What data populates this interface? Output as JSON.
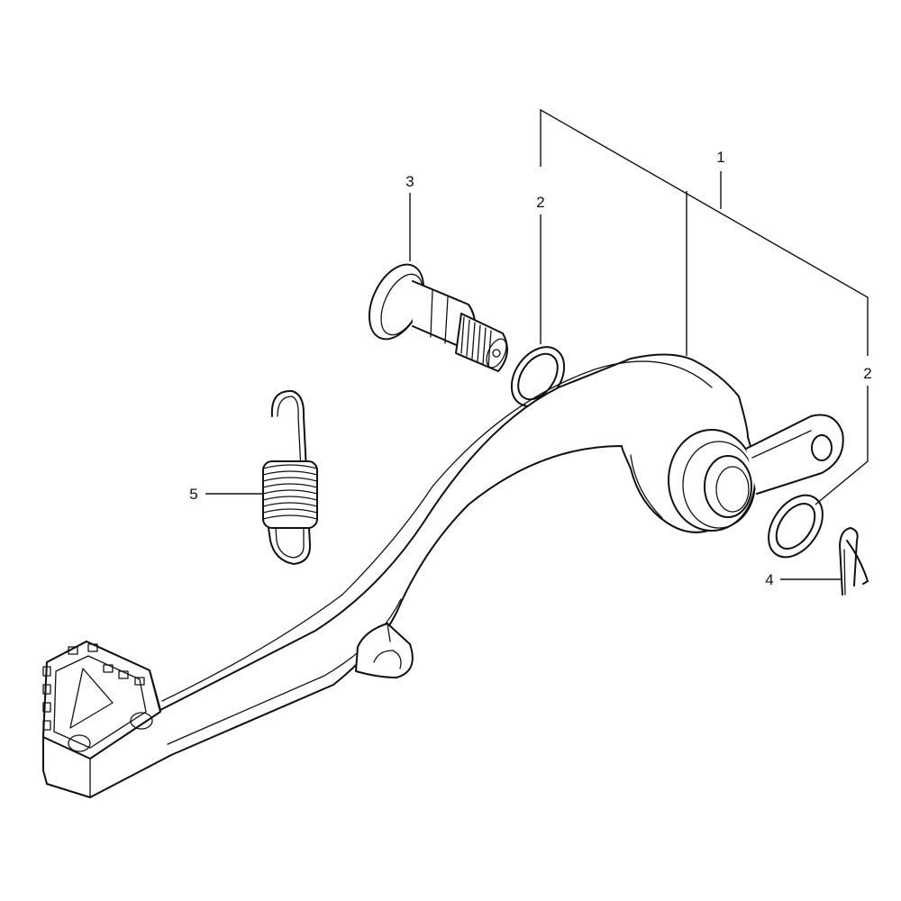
{
  "callouts": {
    "c1": "1",
    "c2_left": "2",
    "c2_right": "2",
    "c3": "3",
    "c4": "4",
    "c5": "5"
  }
}
